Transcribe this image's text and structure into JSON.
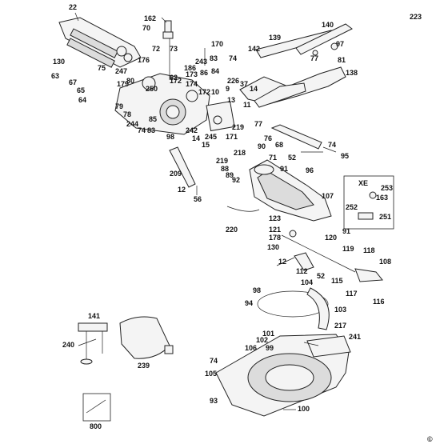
{
  "copyright": "©",
  "xe_box_label": "XE",
  "callouts": [
    "22",
    "162",
    "223",
    "70",
    "170",
    "140",
    "139",
    "97",
    "72",
    "73",
    "77",
    "81",
    "130",
    "176",
    "243",
    "142",
    "83",
    "74",
    "63",
    "75",
    "247",
    "186",
    "62",
    "84",
    "172",
    "173",
    "138",
    "67",
    "37",
    "86",
    "65",
    "179",
    "80",
    "226",
    "250",
    "174",
    "64",
    "9",
    "10",
    "14",
    "79",
    "13",
    "78",
    "85",
    "172",
    "11",
    "219",
    "76",
    "244",
    "74",
    "83",
    "242",
    "245",
    "171",
    "14",
    "90",
    "77",
    "15",
    "68",
    "74",
    "98",
    "218",
    "219",
    "88",
    "71",
    "52",
    "95",
    "89",
    "92",
    "91",
    "96",
    "209",
    "107",
    "12",
    "56",
    "252",
    "163",
    "253",
    "251",
    "123",
    "220",
    "121",
    "178",
    "91",
    "130",
    "120",
    "119",
    "118",
    "12",
    "112",
    "108",
    "52",
    "98",
    "104",
    "115",
    "117",
    "94",
    "103",
    "116",
    "141",
    "217",
    "101",
    "102",
    "99",
    "241",
    "240",
    "106",
    "239",
    "74",
    "105",
    "93",
    "100",
    "800"
  ]
}
